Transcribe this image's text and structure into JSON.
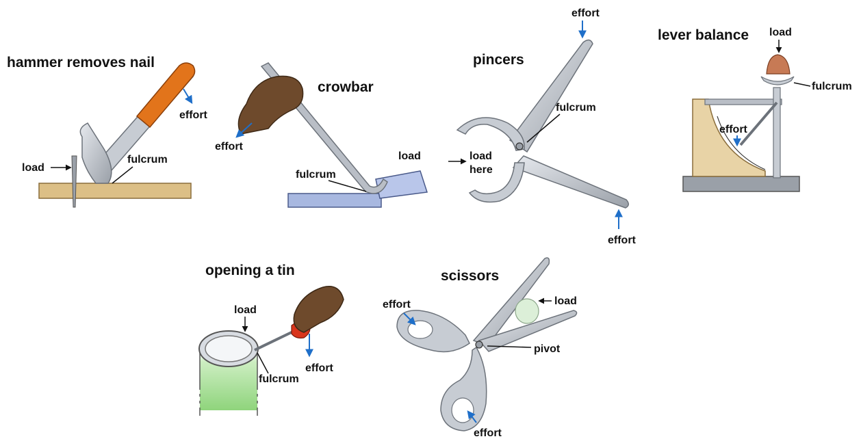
{
  "colors": {
    "effort_arrow": "#1f6fc9",
    "label_arrow": "#111111",
    "metal": "#b9bec6",
    "metal_dark": "#6c727a",
    "wood": "#dcbf86",
    "handle": "#e2741b",
    "skin": "#6e4a2c",
    "blue_block": "#a8b8e0",
    "tin_green": "#7fcf6a"
  },
  "diagrams": {
    "hammer": {
      "title": "hammer removes nail",
      "effort": "effort",
      "load": "load",
      "fulcrum": "fulcrum"
    },
    "crowbar": {
      "title": "crowbar",
      "effort": "effort",
      "load": "load",
      "fulcrum": "fulcrum"
    },
    "pincers": {
      "title": "pincers",
      "effort_top": "effort",
      "fulcrum": "fulcrum",
      "load_line1": "load",
      "load_line2": "here",
      "effort_bottom": "effort"
    },
    "lever_balance": {
      "title": "lever balance",
      "load": "load",
      "fulcrum": "fulcrum",
      "effort": "effort"
    },
    "tin": {
      "title": "opening a tin",
      "load": "load",
      "fulcrum": "fulcrum",
      "effort": "effort"
    },
    "scissors": {
      "title": "scissors",
      "effort_top": "effort",
      "load": "load",
      "pivot": "pivot",
      "effort_bottom": "effort"
    }
  }
}
